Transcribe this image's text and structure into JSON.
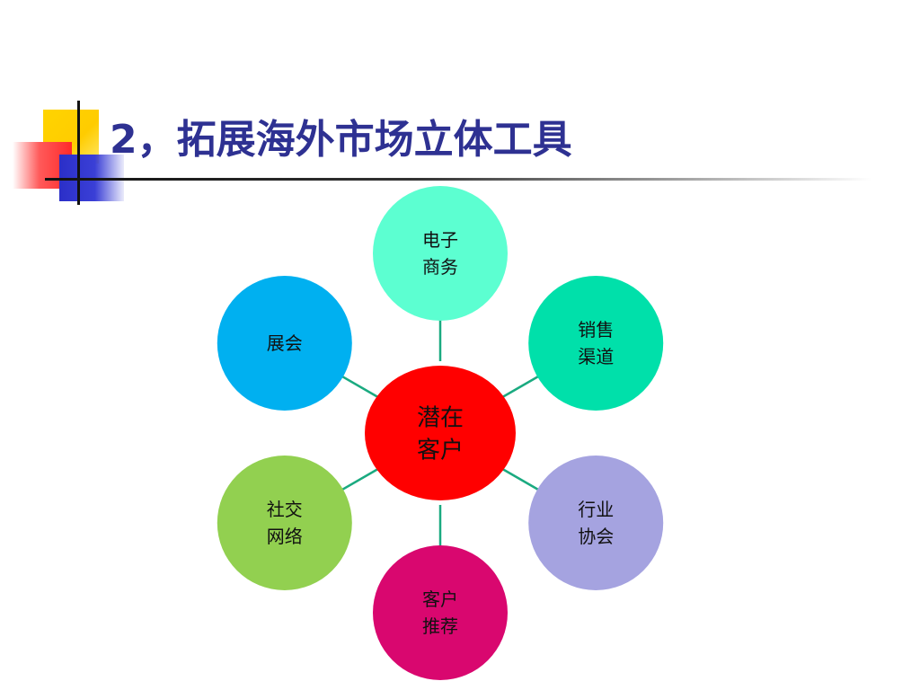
{
  "title": "2，拓展海外市场立体工具",
  "diagram": {
    "center": {
      "lines": [
        "潜在",
        "客户"
      ],
      "color": "#ff0000"
    },
    "nodes": [
      {
        "id": "ecommerce",
        "lines": [
          "电子",
          "商务"
        ],
        "color": "#5cffd1"
      },
      {
        "id": "sales-channel",
        "lines": [
          "销售",
          "渠道"
        ],
        "color": "#00e0aa"
      },
      {
        "id": "industry-association",
        "lines": [
          "行业",
          "协会"
        ],
        "color": "#a5a3e0"
      },
      {
        "id": "customer-referral",
        "lines": [
          "客户",
          "推荐"
        ],
        "color": "#d9076f"
      },
      {
        "id": "social-network",
        "lines": [
          "社交",
          "网络"
        ],
        "color": "#92d050"
      },
      {
        "id": "exhibition",
        "lines": [
          "展会"
        ],
        "color": "#00b0f0"
      }
    ],
    "connector_color": "#1aaa80"
  }
}
